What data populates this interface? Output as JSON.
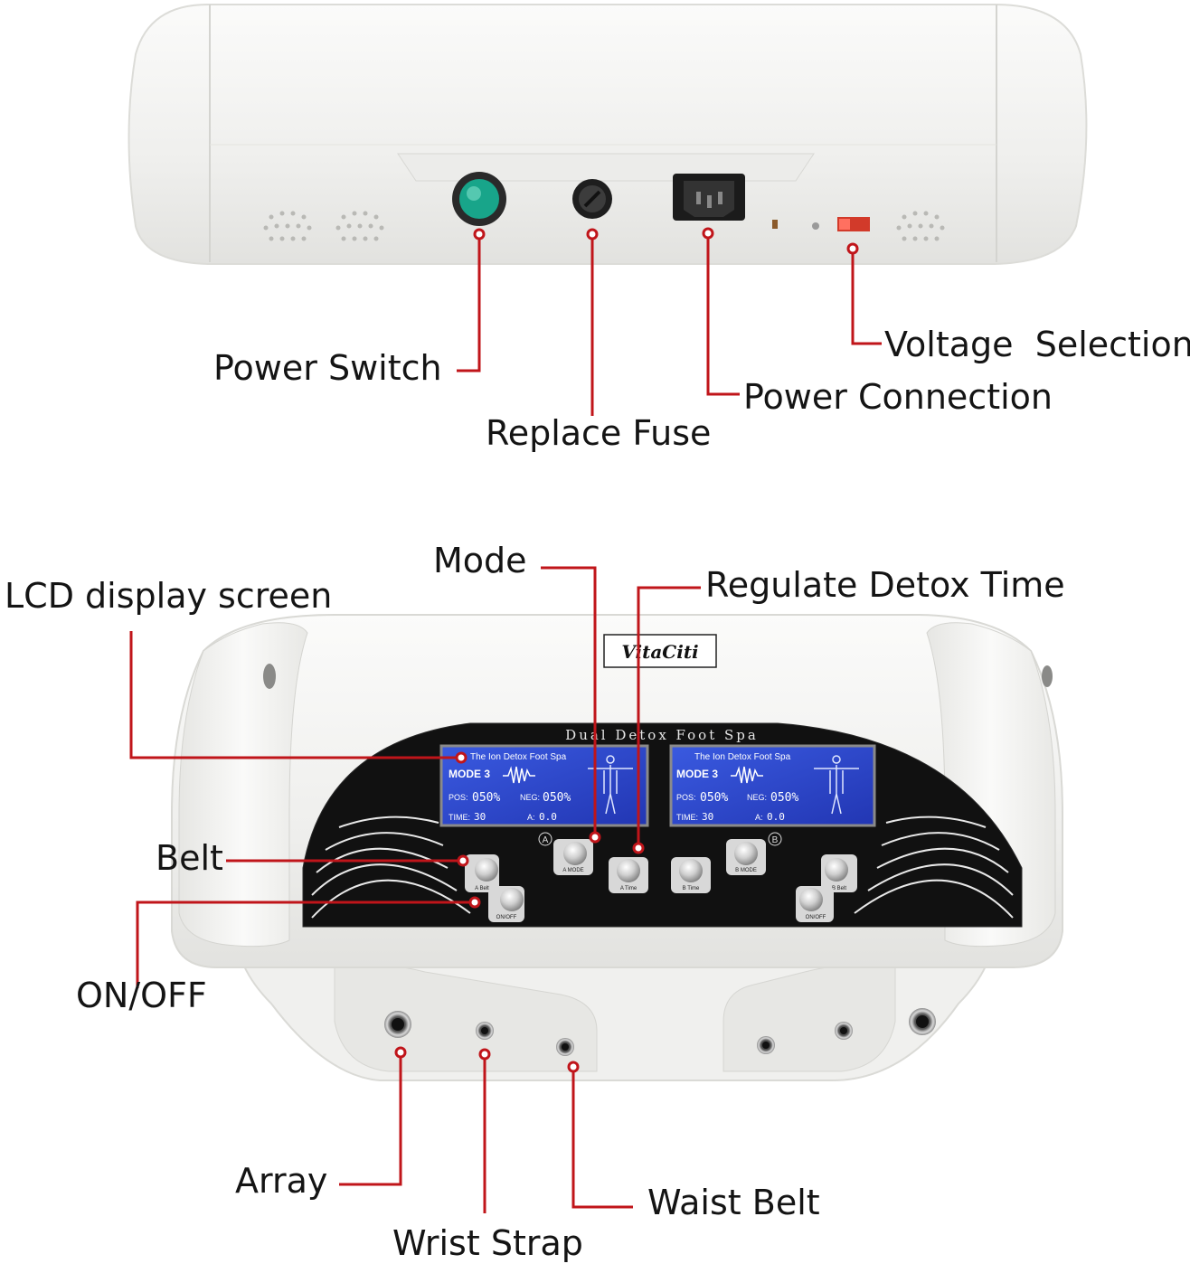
{
  "brand": "VitaCiti",
  "panel_title": "Dual Detox Foot Spa",
  "colors": {
    "callout_line": "#c0151a",
    "device_body": "#f4f4f2",
    "panel_black": "#111111",
    "lcd_blue": "#2b46c9",
    "power_switch": "#18a58a"
  },
  "callouts": {
    "power_switch": "Power Switch",
    "replace_fuse": "Replace Fuse",
    "power_connection": "Power Connection",
    "voltage_selection": "Voltage  Selection",
    "mode": "Mode",
    "regulate_detox_time": "Regulate Detox Time",
    "lcd_display_screen": "LCD display screen",
    "belt": "Belt",
    "on_off": "ON/OFF",
    "array": "Array",
    "waist_belt": "Waist Belt",
    "wrist_strap": "Wrist Strap"
  },
  "lcd": {
    "header": "The Ion Detox Foot Spa",
    "mode": "MODE 3",
    "pos_label": "POS:",
    "pos_value": "050%",
    "neg_label": "NEG:",
    "neg_value": "050%",
    "time_label": "TIME:",
    "time_value": "30",
    "amp_label": "A:",
    "amp_value": "0.0"
  },
  "channels": {
    "a": "A",
    "b": "B"
  },
  "buttons": {
    "a_belt": "A Belt",
    "a_onoff": "ON/OFF",
    "a_mode": "A MODE",
    "a_time": "A Time",
    "b_time": "B Time",
    "b_mode": "B MODE",
    "b_belt": "B Belt",
    "b_onoff": "ON/OFF"
  }
}
